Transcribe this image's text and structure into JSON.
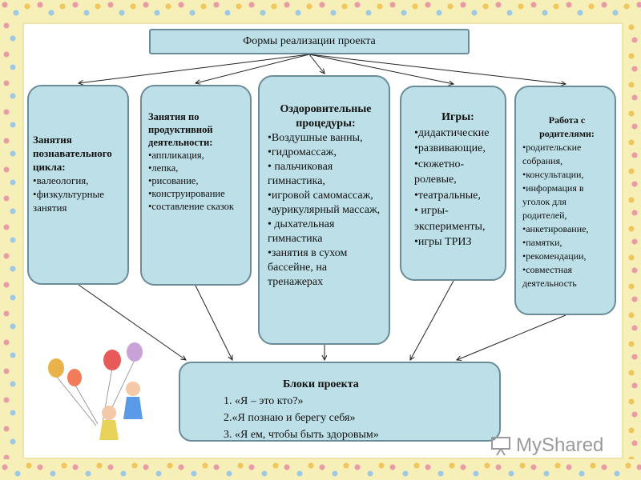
{
  "top": {
    "title": "Формы реализации проекта"
  },
  "boxes": [
    {
      "title": "Занятия познавательного цикла:",
      "items": [
        "валеология,",
        "физкультурные занятия"
      ]
    },
    {
      "title": "Занятия по продуктивной деятельности:",
      "items": [
        "аппликация,",
        "лепка,",
        "рисование,",
        "конструирование",
        "составление сказок"
      ]
    },
    {
      "title": "Оздоровительные процедуры:",
      "items": [
        "Воздушные ванны,",
        "гидромассаж,",
        " пальчиковая гимнастика,",
        "игровой самомассаж,",
        "аурикулярный массаж,",
        " дыхательная гимнастика",
        "занятия в сухом бассейне, на тренажерах"
      ]
    },
    {
      "title": "Игры:",
      "items": [
        "дидактические",
        "развивающие,",
        "сюжетно-ролевые,",
        "театральные,",
        " игры-эксперименты,",
        "игры ТРИЗ"
      ]
    },
    {
      "title": "Работа с родителями:",
      "items": [
        "родительские собрания,",
        "консультации,",
        "информация в уголок для родителей,",
        "анкетирование,",
        "памятки,",
        "рекомендации,",
        "совместная деятельность"
      ]
    }
  ],
  "bottom": {
    "title": "Блоки проекта",
    "items": [
      "1. «Я – это кто?»",
      "2.«Я познаю и берегу себя»",
      "3. «Я ем, чтобы быть здоровым»"
    ]
  },
  "watermark": {
    "text": "MyShared"
  },
  "colors": {
    "box_fill": "#bde0e8",
    "box_border": "#6a8b98",
    "background": "#f7efb8"
  }
}
